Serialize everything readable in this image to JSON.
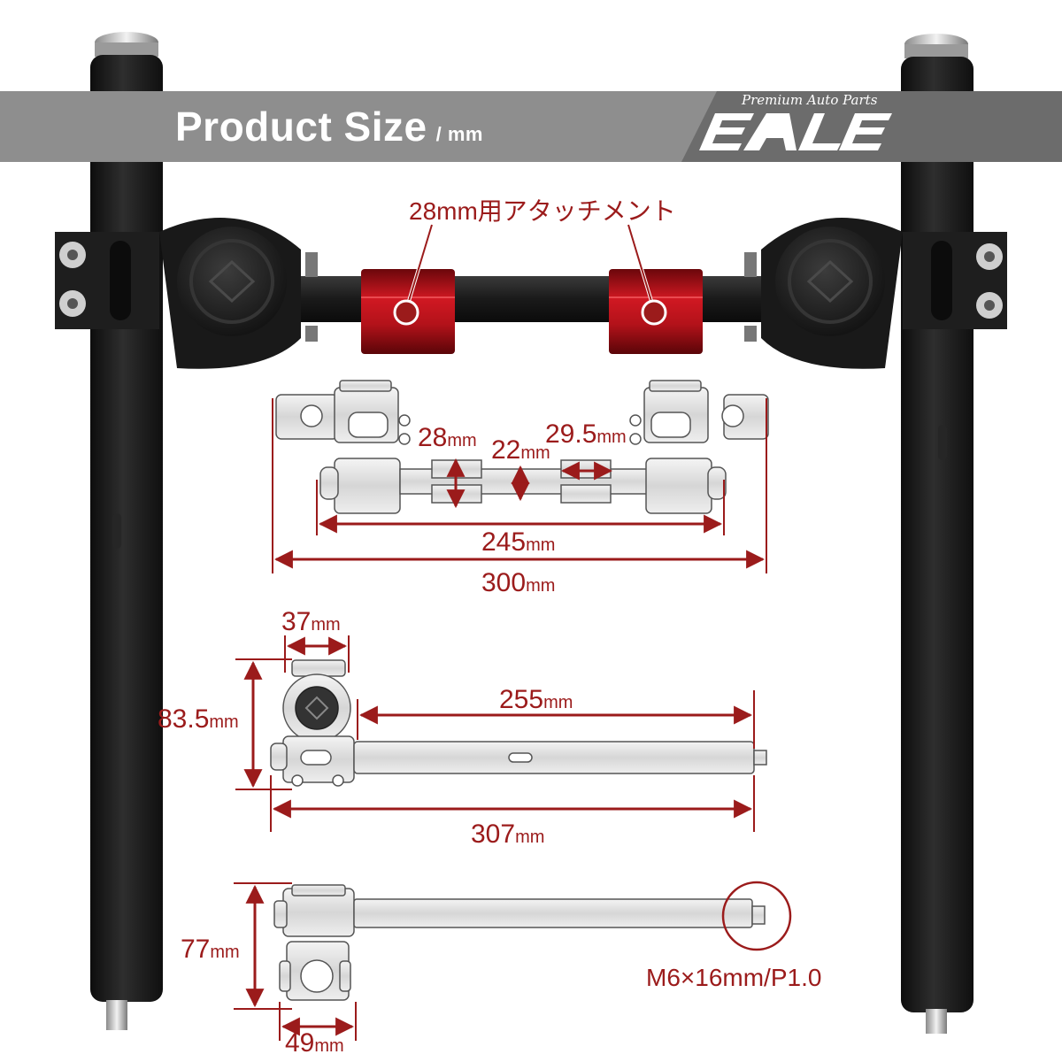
{
  "header": {
    "title": "Product Size",
    "unit": "/ mm",
    "brand_tagline": "Premium Auto Parts",
    "brand_logo_text": "EALE"
  },
  "photo": {
    "callout": "28mm用アタッチメント"
  },
  "dimensions": {
    "bar_dia": {
      "value": "28",
      "unit": "mm"
    },
    "shaft_dia": {
      "value": "22",
      "unit": "mm"
    },
    "attach_width": {
      "value": "29.5",
      "unit": "mm"
    },
    "inner_width": {
      "value": "245",
      "unit": "mm"
    },
    "total_width": {
      "value": "300",
      "unit": "mm"
    },
    "clamp_width": {
      "value": "37",
      "unit": "mm"
    },
    "height_side": {
      "value": "83.5",
      "unit": "mm"
    },
    "bar_length": {
      "value": "255",
      "unit": "mm"
    },
    "total_length": {
      "value": "307",
      "unit": "mm"
    },
    "height_top": {
      "value": "77",
      "unit": "mm"
    },
    "clamp_depth": {
      "value": "49",
      "unit": "mm"
    },
    "thread_spec": "M6×16mm/P1.0"
  },
  "colors": {
    "dimension": "#9b1b1b",
    "banner": "#8e8e8e",
    "bar_black": "#1c1c1c",
    "anodized_red": "#c0121a"
  }
}
